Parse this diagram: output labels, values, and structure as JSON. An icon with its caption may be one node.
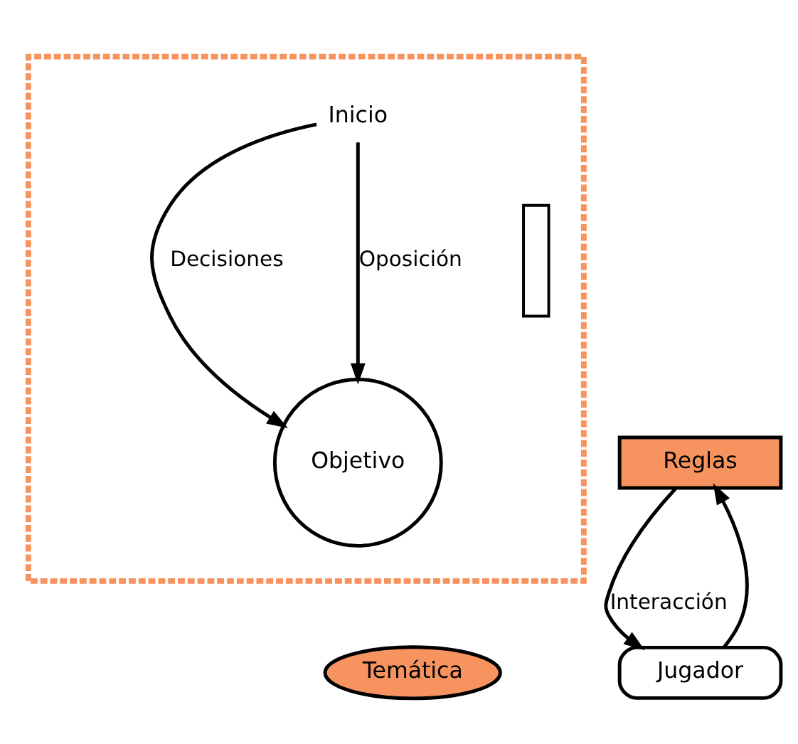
{
  "diagram": {
    "nodes": [
      {
        "text": [],
        "shape": "box"
      },
      {
        "text": [
          "Inicio"
        ],
        "in": 0
      },
      {
        "text": [],
        "shape": "bar",
        "in": 0
      },
      {
        "text": [
          "Objetivo"
        ],
        "in": 0
      },
      {
        "text": [
          "Reglas"
        ]
      },
      {
        "text": [
          "Temática"
        ]
      },
      {
        "text": [
          "Jugador"
        ]
      }
    ],
    "edges": [
      {
        "from": 1,
        "to": 3,
        "arrow": "to",
        "label": "Decisiones"
      },
      {
        "from": 1,
        "to": 3,
        "arrow": "to",
        "label": "Oposición"
      },
      {
        "from": 6,
        "to": 4,
        "arrow": "to"
      },
      {
        "from": 4,
        "to": 6,
        "arrow": "to",
        "label": "Interacción"
      }
    ]
  }
}
